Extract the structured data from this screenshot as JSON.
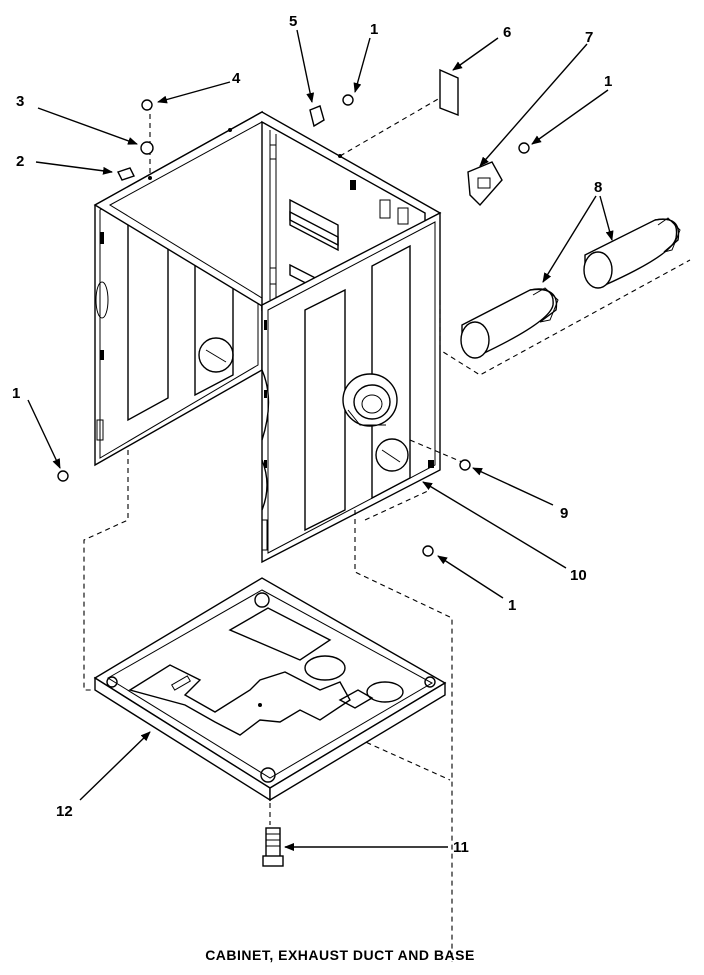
{
  "title": "CABINET, EXHAUST DUCT AND BASE",
  "callouts": {
    "c1a": "1",
    "c1b": "1",
    "c1c": "1",
    "c1d": "1",
    "c2": "2",
    "c3": "3",
    "c4": "4",
    "c5": "5",
    "c6": "6",
    "c7": "7",
    "c8": "8",
    "c9": "9",
    "c10": "10",
    "c11": "11",
    "c12": "12"
  }
}
